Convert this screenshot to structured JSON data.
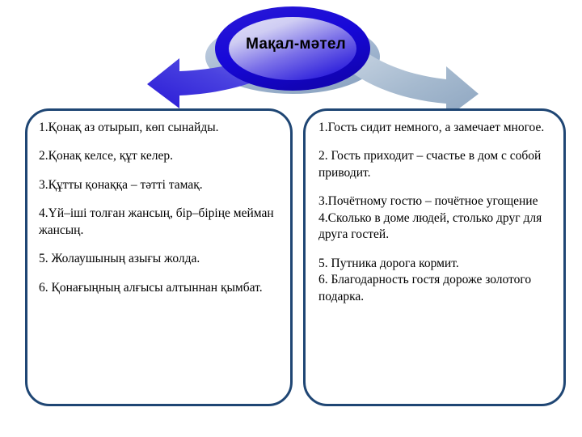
{
  "title": {
    "text": "Мақал-мәтел"
  },
  "colors": {
    "box_border": "#1f4674",
    "ellipse_outer_ring": "#1708d8",
    "ellipse_inner_light": "#cfd0f2",
    "ellipse_inner_blue": "#3b2fe0",
    "arrow_left": "#3730d8",
    "arrow_right": "#9cb4cf",
    "shadow_ellipse": "#a9bcd4",
    "text": "#000000"
  },
  "left_box": {
    "name": "kazakh-proverbs",
    "items": [
      "1.Қонақ аз отырып, көп сынайды.",
      "2.Қонақ келсе, құт келер.",
      "3.Құтты қонаққа – тәтті тамақ.",
      "4.Үй–іші толған жансың, бір–біріңе мейман жансың.",
      "5. Жолаушының азығы жолда.",
      "6. Қонағыңның алғысы алтыннан қымбат."
    ]
  },
  "right_box": {
    "name": "russian-proverbs",
    "items": [
      "1.Гость сидит немного, а замечает многое.",
      "2. Гость приходит – счастье в дом с собой приводит.",
      "3.Почётному гостю – почётное угощение",
      "4.Сколько в доме людей, столько друг для друга гостей.",
      "5. Путника дорога кормит.",
      "6. Благодарность гостя дороже золотого подарка."
    ]
  },
  "graphics": {
    "ellipse_label": "title-ellipse",
    "left_arrow_label": "left-curved-arrow",
    "right_arrow_label": "right-curved-arrow"
  }
}
